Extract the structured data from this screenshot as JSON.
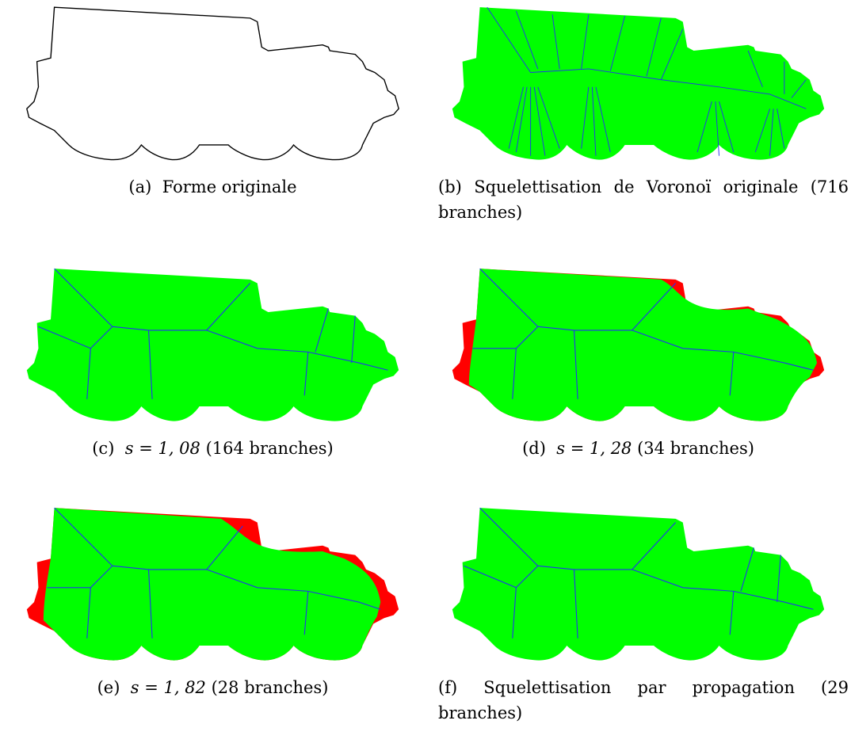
{
  "panels": [
    {
      "id": "a",
      "label": "(a)",
      "text": "Forme originale",
      "variant": "outline"
    },
    {
      "id": "b",
      "label": "(b)",
      "text": "Squelettisation de Voronoï originale (716 branches)",
      "variant": "voronoi"
    },
    {
      "id": "c",
      "label": "(c)",
      "math": "s = 1, 08",
      "text": "(164 branches)",
      "variant": "s108"
    },
    {
      "id": "d",
      "label": "(d)",
      "math": "s = 1, 28",
      "text": "(34 branches)",
      "variant": "s128"
    },
    {
      "id": "e",
      "label": "(e)",
      "math": "s = 1, 82",
      "text": "(28 branches)",
      "variant": "s182"
    },
    {
      "id": "f",
      "label": "(f)",
      "text": "Squelettisation par propagation (29 branches)",
      "variant": "propagation"
    }
  ],
  "colors": {
    "shape": "#00ff00",
    "skeleton": "#2233ee",
    "removed": "#ff0000",
    "outline": "#000000"
  }
}
